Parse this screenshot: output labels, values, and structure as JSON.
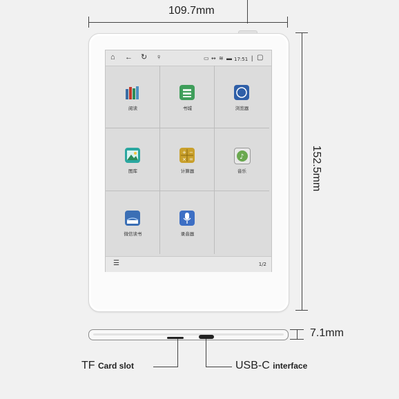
{
  "dimensions": {
    "width": "109.7mm",
    "height": "152.5mm",
    "thickness": "7.1mm"
  },
  "status_bar": {
    "time": "17:51",
    "left_icons": [
      "home-icon",
      "back-icon",
      "refresh-icon",
      "bulb-icon"
    ],
    "right_icons": [
      "sd-icon",
      "sync-icon",
      "wifi-icon",
      "battery-icon",
      "recent-apps-icon"
    ]
  },
  "apps": [
    {
      "label": "阅读",
      "icon": "books-icon",
      "color": "#3a6ea5"
    },
    {
      "label": "书城",
      "icon": "bookstore-icon",
      "color": "#3f9e5b"
    },
    {
      "label": "浏览器",
      "icon": "browser-icon",
      "color": "#2f5fa8"
    },
    {
      "label": "图库",
      "icon": "gallery-icon",
      "color": "#2aa7a0"
    },
    {
      "label": "计算器",
      "icon": "calculator-icon",
      "color": "#c9a02c"
    },
    {
      "label": "音乐",
      "icon": "music-icon",
      "color": "#6aa84f"
    },
    {
      "label": "微信读书",
      "icon": "wechat-read-icon",
      "color": "#3b6fb5"
    },
    {
      "label": "录音器",
      "icon": "recorder-icon",
      "color": "#3d6fc4"
    }
  ],
  "bottom_bar": {
    "page": "1/2",
    "menu_icon": "menu-icon"
  },
  "callouts": {
    "tf_prefix": "TF",
    "tf_suffix": "Card slot",
    "usb_prefix": "USB-C",
    "usb_suffix": "interface"
  }
}
